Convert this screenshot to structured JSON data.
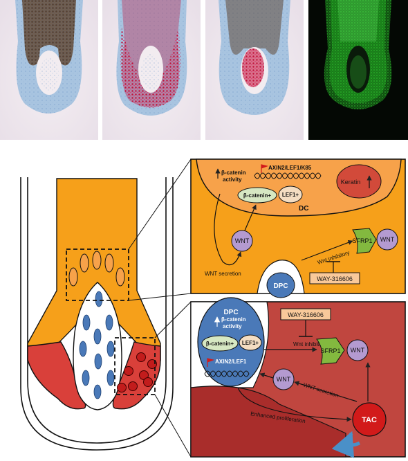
{
  "figure": {
    "colors": {
      "orange": "#f6a01a",
      "light_orange": "#f7a24a",
      "red": "#d9403a",
      "maroon": "#c0463f",
      "dark_red": "#a92d2b",
      "blue_cell": "#4a79b8",
      "green": "#83b93f",
      "lilac": "#b49ad0",
      "tac_red": "#d21a1a",
      "ihc_blue": "#a8c4e0",
      "ihc_red": "#c2103a",
      "ihc_brown": "#5a3e28",
      "if_green": "#2bd12b"
    },
    "micrographs": [
      {
        "stain": "ihc-brown"
      },
      {
        "stain": "ihc-red-matrix"
      },
      {
        "stain": "ihc-red-papilla"
      },
      {
        "stain": "immunofluorescence-green"
      }
    ],
    "top_panel": {
      "beta_catenin_activity_line1": "β-catenin",
      "beta_catenin_activity_line2": "activity",
      "gene_label": "AXIN2/LEF1/K85",
      "keratin": "Keratin",
      "beta_catenin_plus": "β-catenin+",
      "lef1_plus": "LEF1+",
      "dc": "DC",
      "wnt_left": "WNT",
      "wnt_right": "WNT",
      "sfrp1": "SFRP1",
      "wnt_inhibitory": "Wnt inhibitory",
      "way": "WAY-316606",
      "wnt_secretion": "WNT secretion",
      "dpc": "DPC"
    },
    "bottom_panel": {
      "dpc": "DPC",
      "beta_catenin_activity_line1": "β-catenin",
      "beta_catenin_activity_line2": "activity",
      "beta_catenin_plus": "β-catenin+",
      "lef1_plus": "LEF1+",
      "gene_label": "AXIN2/LEF1",
      "way": "WAY-316606",
      "wnt_inhibitory": "Wnt inhibitory",
      "sfrp1": "SFRP1",
      "wnt_right": "WNT",
      "wnt_center": "WNT",
      "wnt_secretion": "WNT secretion",
      "enhanced_proliferation": "Enhanced proliferation",
      "tac": "TAC"
    }
  }
}
